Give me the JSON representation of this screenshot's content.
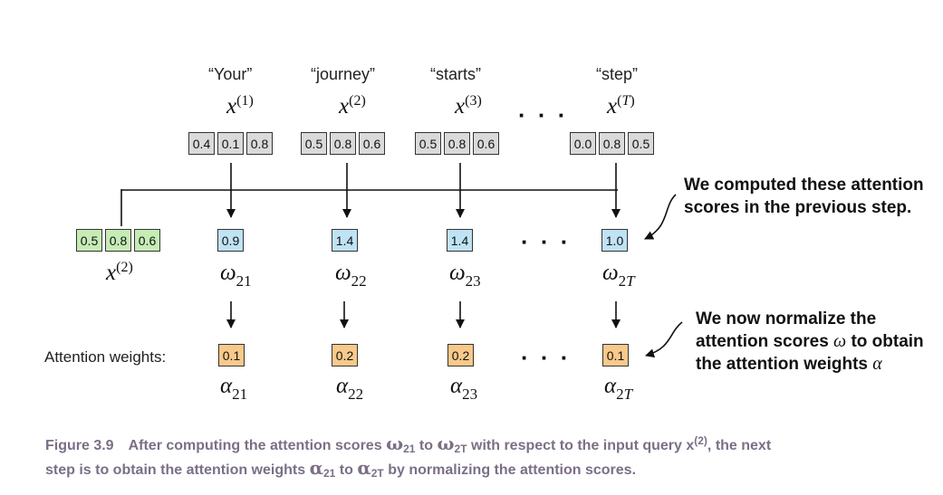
{
  "tokens": [
    {
      "word": "“Your”",
      "x_label": "x",
      "x_index": "1",
      "vector": [
        "0.4",
        "0.1",
        "0.8"
      ],
      "score": "0.9",
      "omega_sub": "21",
      "alpha_sub": "21",
      "weight": "0.1"
    },
    {
      "word": "“journey”",
      "x_label": "x",
      "x_index": "2",
      "vector": [
        "0.5",
        "0.8",
        "0.6"
      ],
      "score": "1.4",
      "omega_sub": "22",
      "alpha_sub": "22",
      "weight": "0.2"
    },
    {
      "word": "“starts”",
      "x_label": "x",
      "x_index": "3",
      "vector": [
        "0.5",
        "0.8",
        "0.6"
      ],
      "score": "1.4",
      "omega_sub": "23",
      "alpha_sub": "23",
      "weight": "0.2"
    },
    {
      "word": "“step”",
      "x_label": "x",
      "x_index": "T",
      "vector": [
        "0.0",
        "0.8",
        "0.5"
      ],
      "score": "1.0",
      "omega_sub": "2",
      "omega_sub_T": "T",
      "alpha_sub": "2",
      "alpha_sub_T": "T",
      "weight": "0.1"
    }
  ],
  "query": {
    "vector": [
      "0.5",
      "0.8",
      "0.6"
    ],
    "x_label": "x",
    "x_index": "2"
  },
  "symbols": {
    "omega": "ω",
    "alpha": "α",
    "ellipsis": "· · ·"
  },
  "weights_label": "Attention weights:",
  "notes": {
    "scores_line1": "We computed these attention",
    "scores_line2": "scores in the previous step.",
    "normalize_line1": "We now normalize the",
    "normalize_line2a": "attention scores",
    "normalize_line2b": "to obtain",
    "normalize_line3": "the attention weights"
  },
  "caption": {
    "figure": "Figure 3.9",
    "l1_a": "After computing the attention scores",
    "l1_b": "to",
    "l1_c": "with respect to the input query x",
    "l1_d": ", the next",
    "l2_a": "step is to obtain the attention weights",
    "l2_b": "to",
    "l2_c": "by normalizing the attention scores.",
    "sub_21": "21",
    "sub_2T": "2T",
    "sup_2": "(2)"
  }
}
